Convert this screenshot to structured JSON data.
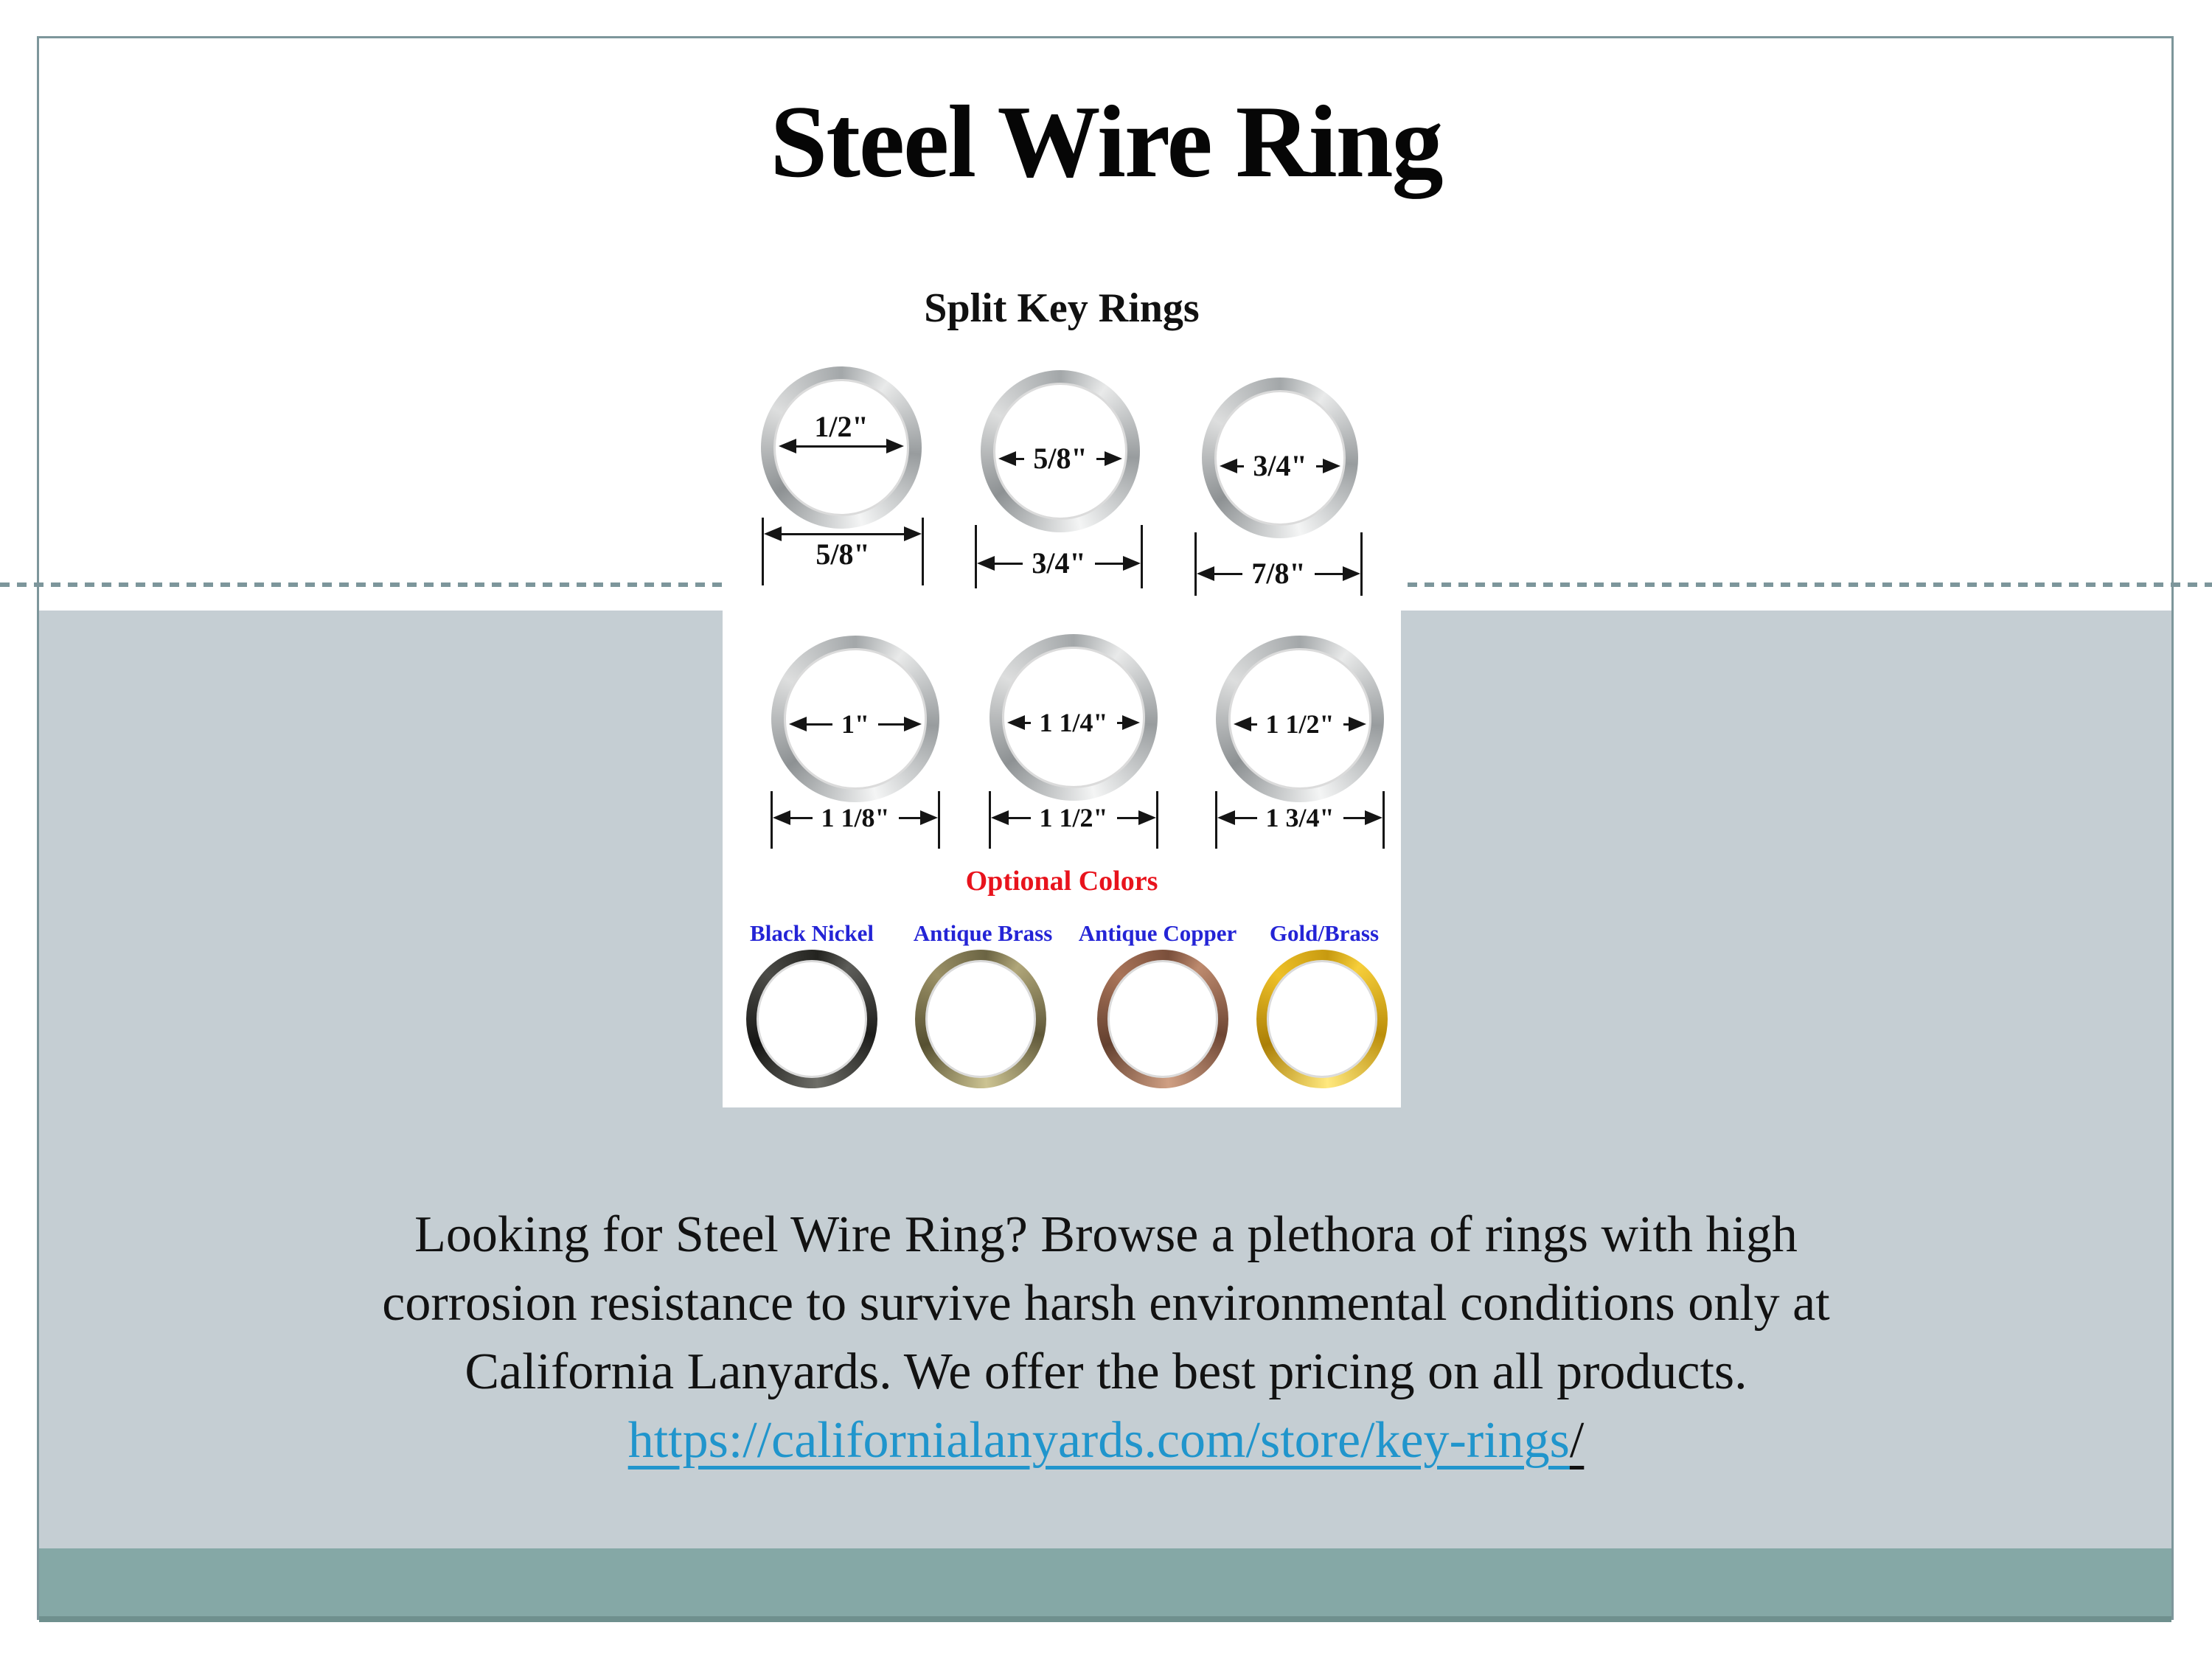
{
  "title": "Steel Wire Ring",
  "product_image": {
    "heading": "Split Key Rings",
    "rings": [
      {
        "inner": "1/2\"",
        "outer": "5/8\""
      },
      {
        "inner": "5/8\"",
        "outer": "3/4\""
      },
      {
        "inner": "3/4\"",
        "outer": "7/8\""
      },
      {
        "inner": "1\"",
        "outer": "1 1/8\""
      },
      {
        "inner": "1 1/4\"",
        "outer": "1 1/2\""
      },
      {
        "inner": "1 1/2\"",
        "outer": "1 3/4\""
      }
    ],
    "optional_colors_heading": "Optional Colors",
    "finishes": [
      {
        "label": "Black Nickel",
        "color": "#2e2e2c"
      },
      {
        "label": "Antique Brass",
        "color": "#8f875c"
      },
      {
        "label": "Antique Copper",
        "color": "#a3705a"
      },
      {
        "label": "Gold/Brass",
        "color": "#e3b41f"
      }
    ]
  },
  "body": {
    "lines": [
      "Looking for Steel Wire Ring? Browse a plethora of rings with high",
      "corrosion resistance to survive harsh environmental conditions only at",
      "California Lanyards. We offer the best pricing on all products."
    ],
    "link_text": "https://californialanyards.com/store/key-rings",
    "link_suffix": "/"
  },
  "colors": {
    "slide_border": "#7d969b",
    "section_gray": "#c5ced3",
    "footer_teal": "#85a8a6",
    "footer_edge": "#6f908e",
    "link_blue": "#2095cc",
    "optional_heading_red": "#e8131c",
    "finish_label_blue": "#2424d6"
  }
}
